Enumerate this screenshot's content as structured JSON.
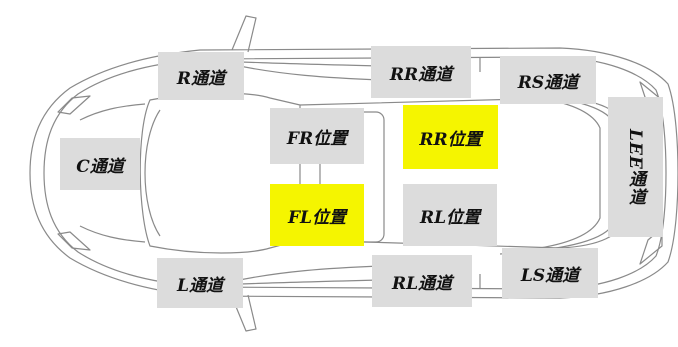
{
  "diagram": {
    "labels": {
      "c_channel": "C通道",
      "r_channel": "R通道",
      "l_channel": "L通道",
      "rr_channel": "RR通道",
      "rl_channel": "RL通道",
      "rs_channel": "RS通道",
      "ls_channel": "LS通道",
      "lee_channel": "LEE通道",
      "fr_position": "FR位置",
      "fl_position": "FL位置",
      "rr_position": "RR位置",
      "rl_position": "RL位置"
    },
    "colors": {
      "label_box": "#dcdcdc",
      "highlight_box": "#f5f500",
      "car_outline": "#8a8a8a"
    }
  }
}
